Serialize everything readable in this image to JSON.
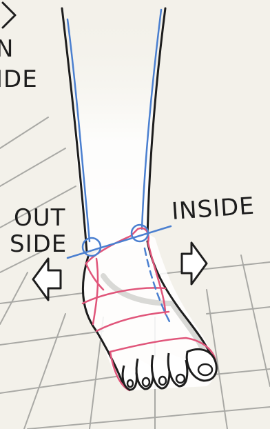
{
  "labels": {
    "top_left_line1": "N",
    "top_left_line2": "IDE",
    "outside_line1": "OUT",
    "outside_line2": "SIDE",
    "inside": "INSIDE"
  },
  "colors": {
    "background": "#f3f1ea",
    "grid": "#a9a9a5",
    "outline": "#1d1d1d",
    "guide_blue": "#4a7fd0",
    "guide_pink": "#e0557a",
    "shadow": "#cfcfcc"
  },
  "icons": {
    "left_arrow": "left-outline-arrow-icon",
    "right_arrow": "right-outline-arrow-icon",
    "top_arrow": "right-chevron-icon"
  }
}
